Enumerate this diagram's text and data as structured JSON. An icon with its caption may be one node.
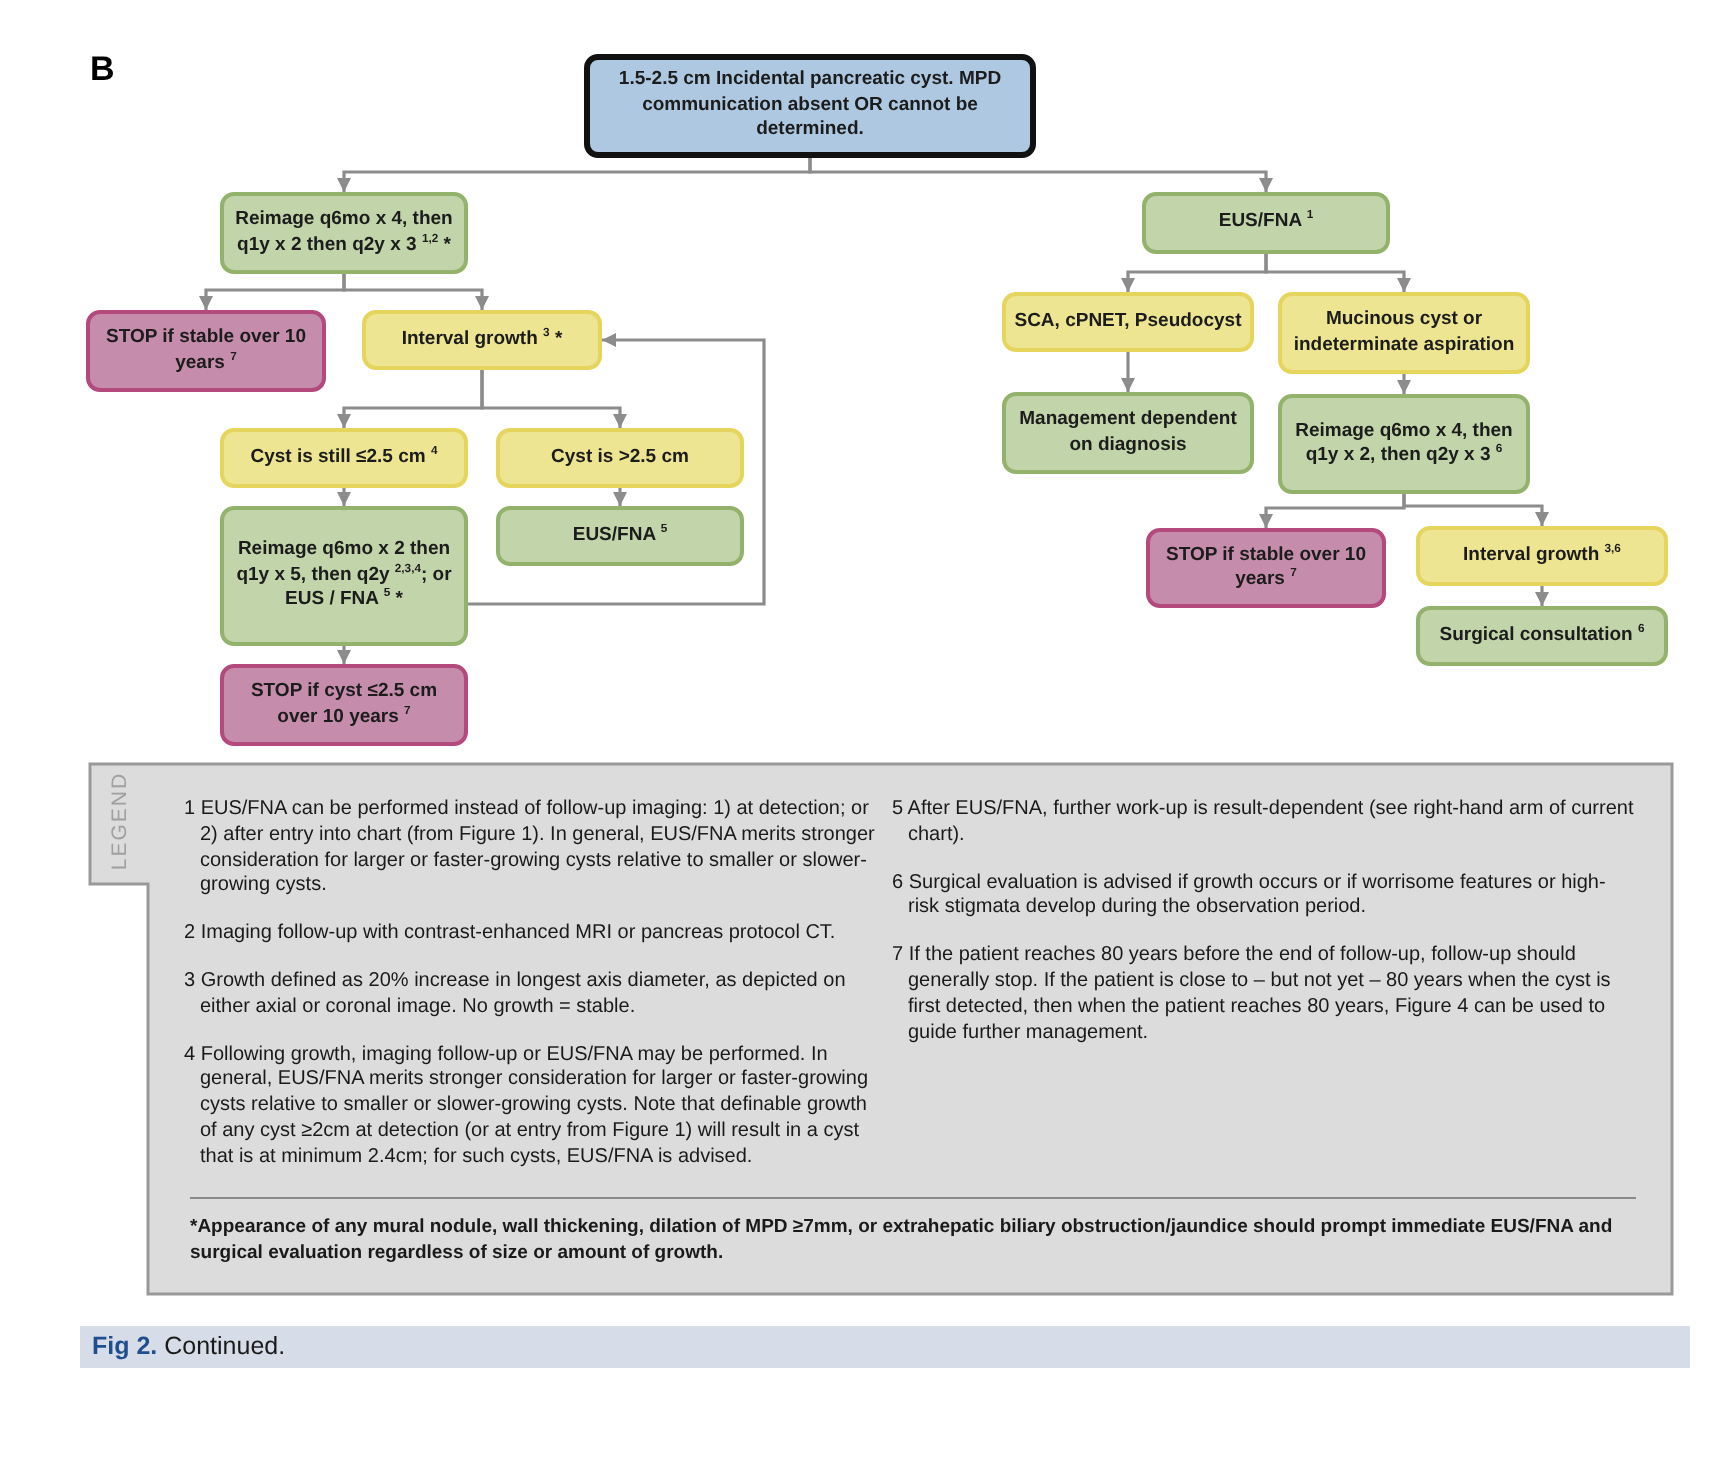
{
  "diagram": {
    "caption": "**Fig 2.** Continued.",
    "nodes": [
      {
        "text": [
          "1.5-2.5 cm Incidental pancreatic cyst. MPD communication absent OR cannot be determined."
        ]
      },
      {
        "text": [
          "Reimage q6mo x 4, then q1y x 2 then q2y x 3 $^{1,2}$ *"
        ]
      },
      {
        "text": [
          "STOP if stable over 10 years $^{7}$"
        ]
      },
      {
        "text": [
          "Interval growth $^{3}$ *"
        ]
      },
      {
        "text": [
          "Cyst is still ≤2.5 cm $^{4}$"
        ]
      },
      {
        "text": [
          "Cyst is >2.5 cm"
        ]
      },
      {
        "text": [
          "Reimage q6mo x 2 then q1y x 5, then q2y $^{2,3,4}$; or EUS / FNA $^{5}$ *"
        ]
      },
      {
        "text": [
          "EUS/FNA $^{5}$"
        ]
      },
      {
        "text": [
          "STOP if cyst ≤2.5 cm over 10 years $^{7}$"
        ]
      },
      {
        "text": [
          "EUS/FNA $^{1}$"
        ]
      },
      {
        "text": [
          "SCA, cPNET, Pseudocyst"
        ]
      },
      {
        "text": [
          "Mucinous cyst or indeterminate aspiration"
        ]
      },
      {
        "text": [
          "Management dependent on diagnosis"
        ]
      },
      {
        "text": [
          "Reimage q6mo x 4, then q1y x 2, then q2y x 3 $^{6}$"
        ]
      },
      {
        "text": [
          "STOP if stable over 10 years $^{7}$"
        ]
      },
      {
        "text": [
          "Interval growth $^{3,6}$"
        ]
      },
      {
        "text": [
          "Surgical consultation $^{6}$"
        ]
      }
    ],
    "edges": [
      {
        "from": 0,
        "to": 1,
        "arrow": "to"
      },
      {
        "from": 0,
        "to": 9,
        "arrow": "to"
      },
      {
        "from": 1,
        "to": 2,
        "arrow": "to"
      },
      {
        "from": 1,
        "to": 3,
        "arrow": "to"
      },
      {
        "from": 3,
        "to": 4,
        "arrow": "to"
      },
      {
        "from": 3,
        "to": 5,
        "arrow": "to"
      },
      {
        "from": 4,
        "to": 6,
        "arrow": "to"
      },
      {
        "from": 5,
        "to": 7,
        "arrow": "to"
      },
      {
        "from": 6,
        "to": 8,
        "arrow": "to"
      },
      {
        "from": 6,
        "to": 3,
        "arrow": "to"
      },
      {
        "from": 9,
        "to": 10,
        "arrow": "to"
      },
      {
        "from": 9,
        "to": 11,
        "arrow": "to"
      },
      {
        "from": 10,
        "to": 12,
        "arrow": "to"
      },
      {
        "from": 11,
        "to": 13,
        "arrow": "to"
      },
      {
        "from": 13,
        "to": 14,
        "arrow": "to"
      },
      {
        "from": 13,
        "to": 15,
        "arrow": "to"
      },
      {
        "from": 15,
        "to": 16,
        "arrow": "to"
      }
    ],
    "labels": [
      "B",
      "LEGEND",
      "1 EUS/FNA can be performed instead of follow-up imaging: 1) at detection; or 2) after entry into chart (from Figure 1). In general, EUS/FNA merits stronger consideration for larger or faster-growing cysts relative to smaller or slower-growing cysts.",
      "2 Imaging follow-up with contrast-enhanced MRI or pancreas protocol CT.",
      "3 Growth defined as 20% increase in longest axis diameter, as depicted on either axial or coronal image. No growth = stable.",
      "4 Following growth, imaging follow-up or EUS/FNA may be performed. In general, EUS/FNA merits stronger consideration for larger or faster-growing cysts relative to smaller or slower-growing cysts. Note that definable growth of any cyst ≥2cm at detection (or at entry from Figure 1) will result in a cyst that is at minimum 2.4cm; for such cysts, EUS/FNA is advised.",
      "5 After EUS/FNA, further work-up is result-dependent (see right-hand arm of current chart).",
      "6 Surgical evaluation is advised if growth occurs or if worrisome features or high-risk stigmata develop during the observation period.",
      "7 If the patient reaches 80 years before the end of follow-up, follow-up should generally stop. If the patient is close to – but not yet – 80 years when the cyst is first detected, then when the patient reaches 80 years, Figure 4 can be used to guide further management.",
      "*Appearance of any mural nodule, wall thickening, dilation of MPD ≥7mm, or extrahepatic biliary obstruction/jaundice should prompt immediate EUS/FNA and surgical evaluation regardless of size or amount of growth."
    ]
  }
}
